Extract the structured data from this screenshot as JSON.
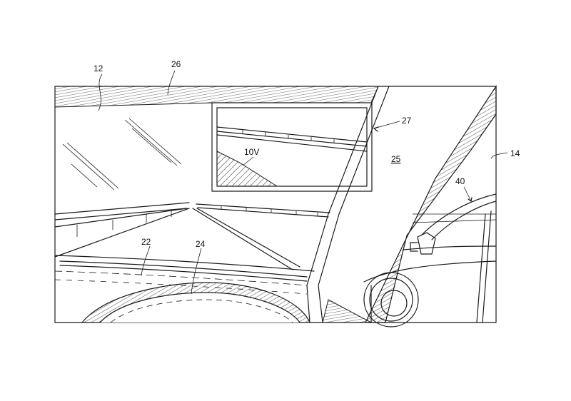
{
  "figure": {
    "labels": {
      "windshield": "12",
      "pillar": "14",
      "hood": "22",
      "hood_ridge": "24",
      "display_area": "25",
      "roof_edge": "26",
      "monitor": "27",
      "vehicle_image": "10V",
      "other_vehicle": "40"
    }
  }
}
